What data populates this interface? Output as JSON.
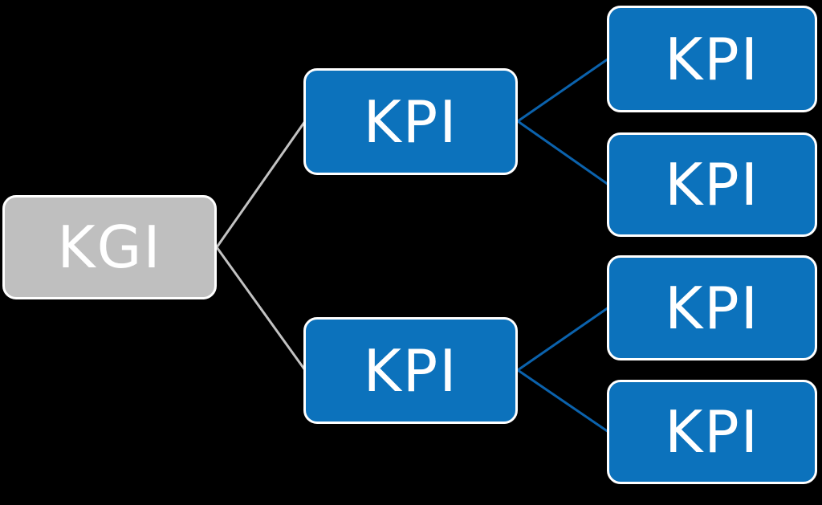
{
  "diagram": {
    "type": "tree",
    "direction": "left-to-right",
    "colors": {
      "background": "#000000",
      "kgi_fill": "#BFBFBF",
      "kpi_fill": "#0C72BC",
      "node_border": "#FFFFFF",
      "node_text": "#FFFFFF",
      "gray_connector": "#C2C2C2",
      "blue_connector": "#0B62AC"
    },
    "nodes": [
      {
        "id": "kgi",
        "label": "KGI",
        "level": 0
      },
      {
        "id": "kpi-1",
        "label": "KPI",
        "level": 1
      },
      {
        "id": "kpi-2",
        "label": "KPI",
        "level": 1
      },
      {
        "id": "kpi-1-1",
        "label": "KPI",
        "level": 2
      },
      {
        "id": "kpi-1-2",
        "label": "KPI",
        "level": 2
      },
      {
        "id": "kpi-2-1",
        "label": "KPI",
        "level": 2
      },
      {
        "id": "kpi-2-2",
        "label": "KPI",
        "level": 2
      }
    ],
    "edges": [
      {
        "from": "kgi",
        "to": "kpi-1",
        "color": "gray"
      },
      {
        "from": "kgi",
        "to": "kpi-2",
        "color": "gray"
      },
      {
        "from": "kpi-1",
        "to": "kpi-1-1",
        "color": "blue"
      },
      {
        "from": "kpi-1",
        "to": "kpi-1-2",
        "color": "blue"
      },
      {
        "from": "kpi-2",
        "to": "kpi-2-1",
        "color": "blue"
      },
      {
        "from": "kpi-2",
        "to": "kpi-2-2",
        "color": "blue"
      }
    ]
  }
}
